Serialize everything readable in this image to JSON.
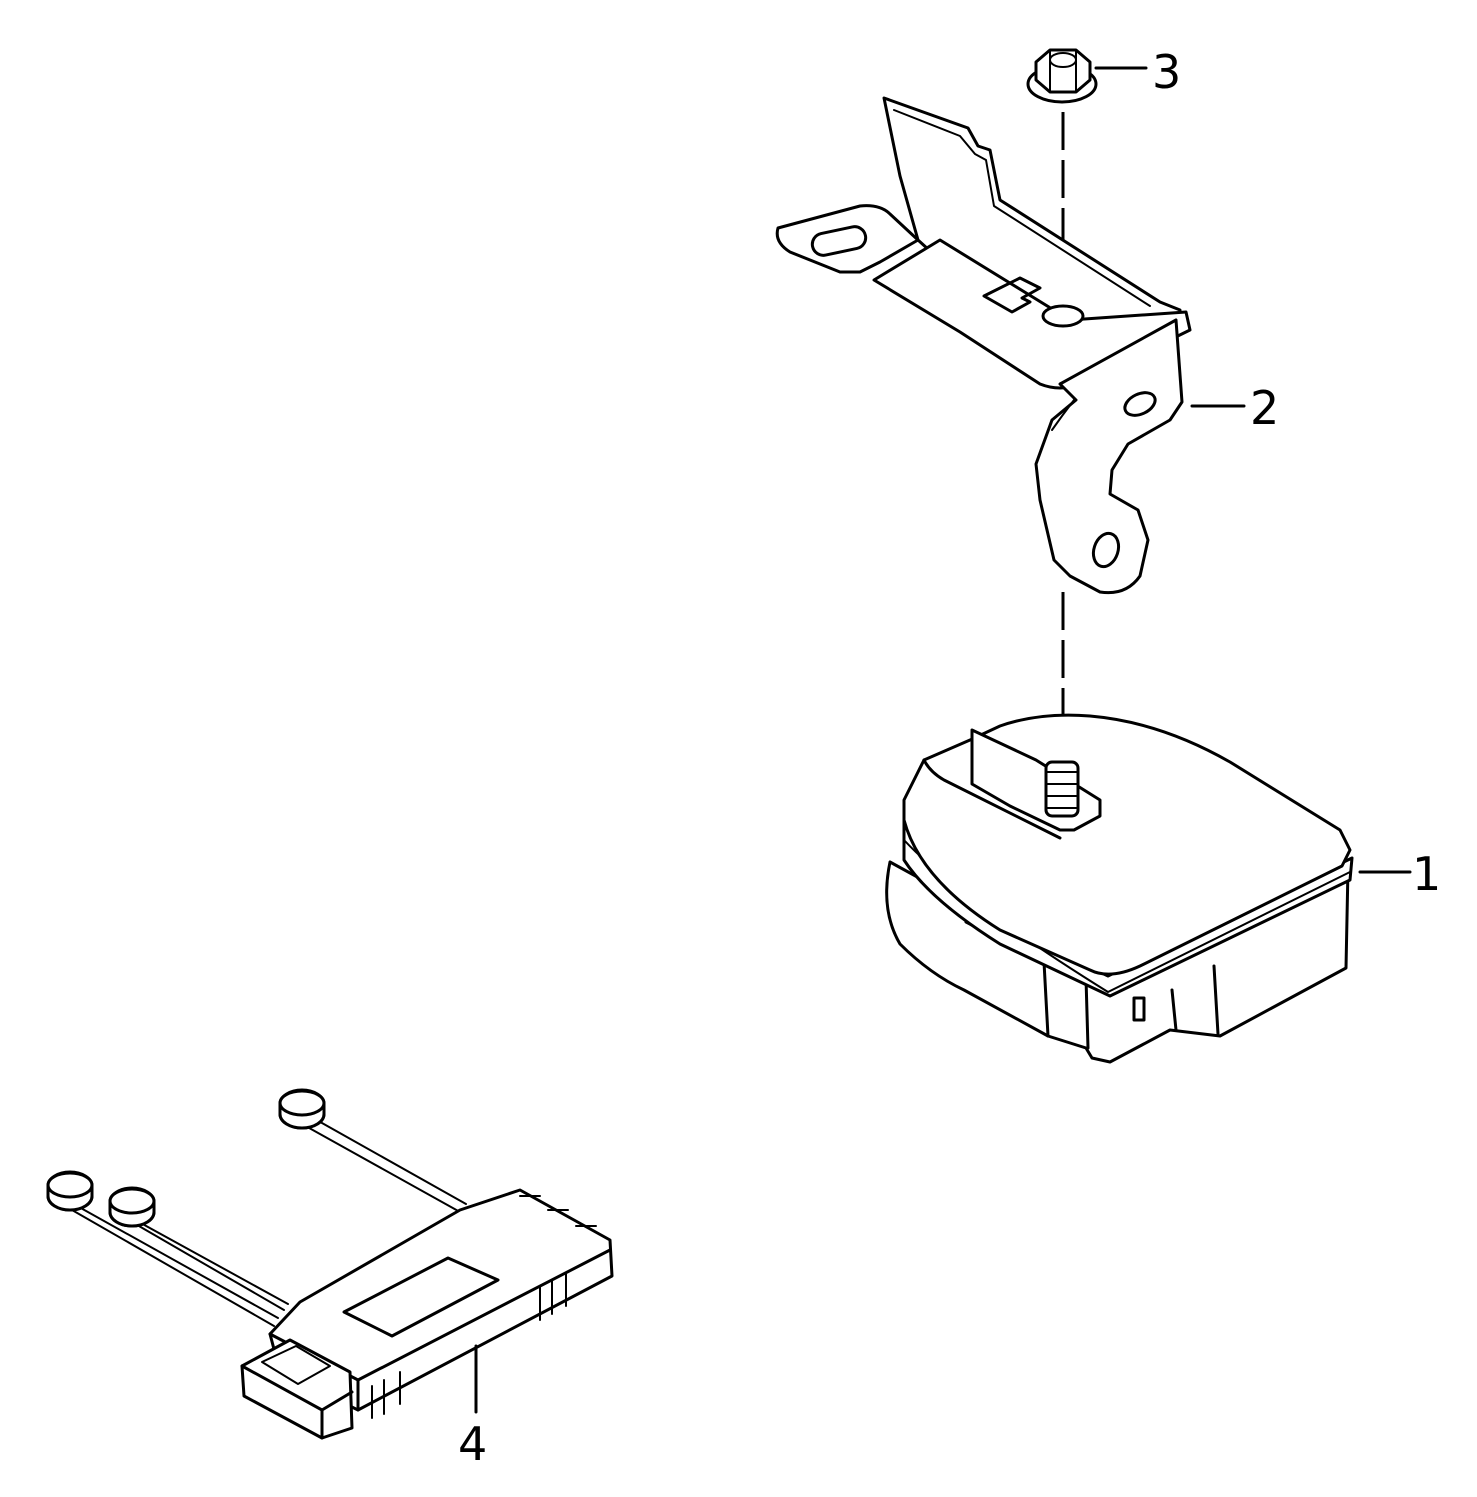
{
  "callouts": {
    "part_1": "1",
    "part_2": "2",
    "part_3": "3",
    "part_4": "4"
  }
}
